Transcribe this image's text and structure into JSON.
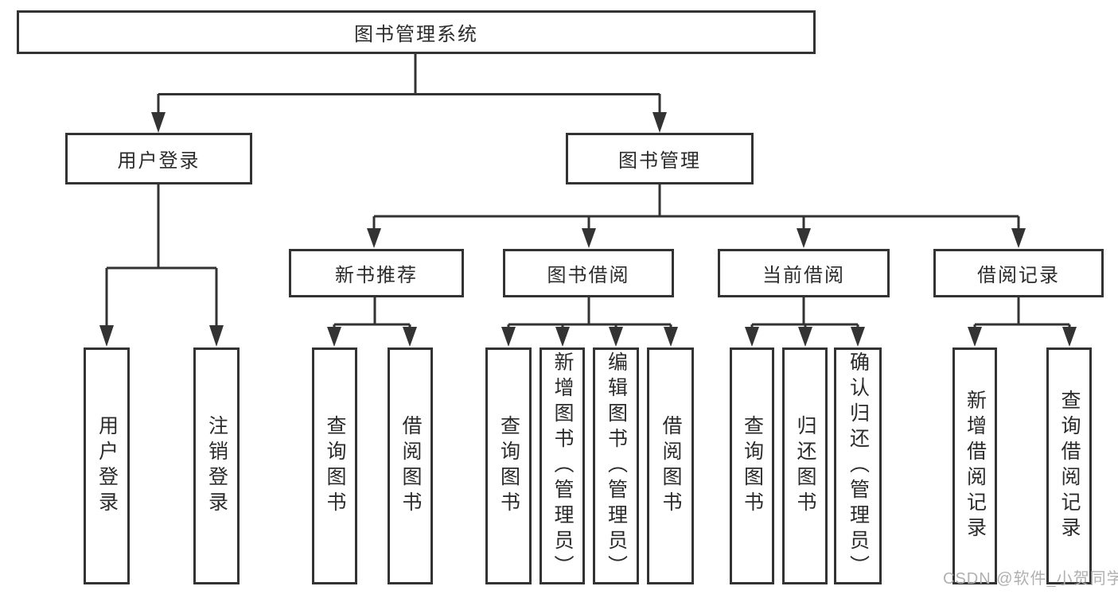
{
  "tree": {
    "root": {
      "label": "图书管理系统"
    },
    "branches": [
      {
        "label": "用户登录",
        "children": [
          {
            "label": "用户登录"
          },
          {
            "label": "注销登录"
          }
        ]
      },
      {
        "label": "图书管理",
        "sections": [
          {
            "label": "新书推荐",
            "children": [
              {
                "label": "查询图书"
              },
              {
                "label": "借阅图书"
              }
            ]
          },
          {
            "label": "图书借阅",
            "children": [
              {
                "label": "查询图书"
              },
              {
                "label": "新增图书（管理员）"
              },
              {
                "label": "编辑图书（管理员）"
              },
              {
                "label": "借阅图书"
              }
            ]
          },
          {
            "label": "当前借阅",
            "children": [
              {
                "label": "查询图书"
              },
              {
                "label": "归还图书"
              },
              {
                "label": "确认归还（管理员）"
              }
            ]
          },
          {
            "label": "借阅记录",
            "children": [
              {
                "label": "新增借阅记录"
              },
              {
                "label": "查询借阅记录"
              }
            ]
          }
        ]
      }
    ]
  },
  "watermark": "CSDN @软件_小贺同学",
  "colors": {
    "line": "#333333",
    "box_border": "#333333",
    "text": "#2b2b2b",
    "watermark": "#b0b0b0",
    "background": "#ffffff"
  }
}
